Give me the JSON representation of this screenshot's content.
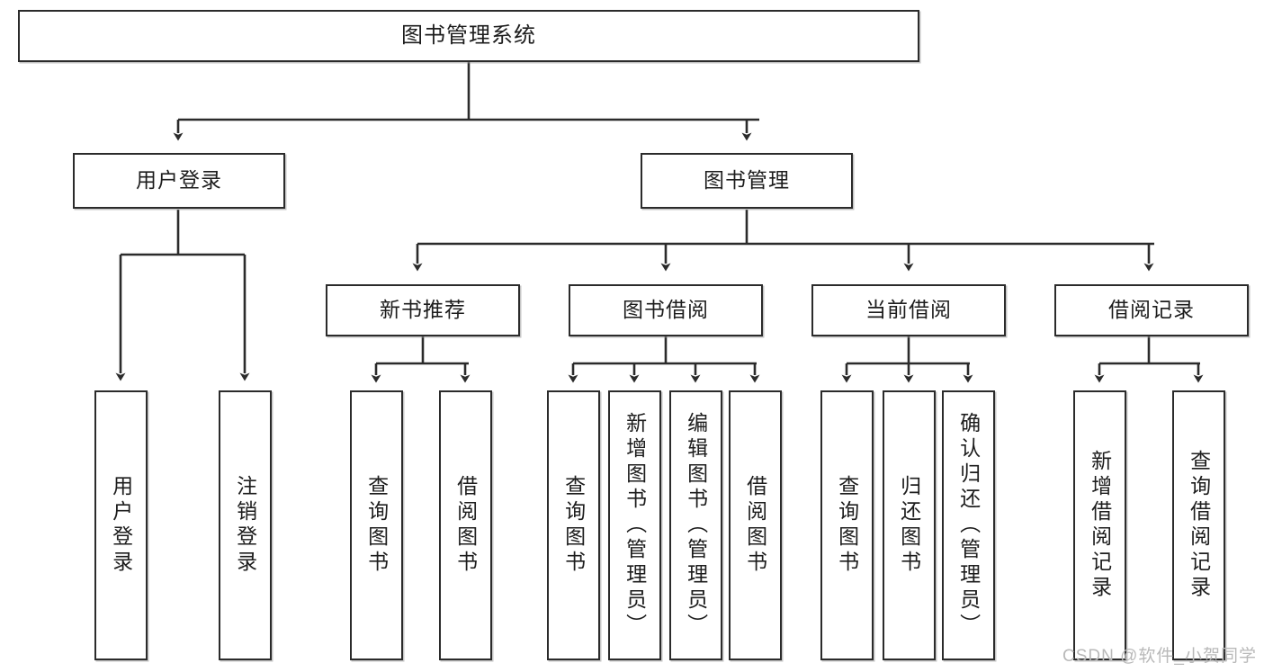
{
  "diagram": {
    "title": "图书管理系统",
    "type": "tree-diagram",
    "watermark": "CSDN @软件_小贺同学",
    "colors": {
      "box_border": "#2b2b2b",
      "box_fill": "#ffffff",
      "edge": "#2b2b2b",
      "text": "#1d1d1d",
      "watermark": "#b9b9b9"
    },
    "levels": {
      "root": "图书管理系统",
      "level2": [
        "用户登录",
        "图书管理"
      ],
      "level3": [
        "新书推荐",
        "图书借阅",
        "当前借阅",
        "借阅记录"
      ]
    },
    "nodes": {
      "root": {
        "label": "图书管理系统",
        "orientation": "horizontal"
      },
      "user_login": {
        "label": "用户登录",
        "orientation": "horizontal"
      },
      "book_manage": {
        "label": "图书管理",
        "orientation": "horizontal"
      },
      "new_book_rec": {
        "label": "新书推荐",
        "orientation": "horizontal"
      },
      "book_borrow": {
        "label": "图书借阅",
        "orientation": "horizontal"
      },
      "current_borrow": {
        "label": "当前借阅",
        "orientation": "horizontal"
      },
      "borrow_record": {
        "label": "借阅记录",
        "orientation": "horizontal"
      },
      "leaf_user_login": {
        "label": "用户登录",
        "orientation": "vertical"
      },
      "leaf_logout": {
        "label": "注销登录",
        "orientation": "vertical"
      },
      "leaf_query_book_1": {
        "label": "查询图书",
        "orientation": "vertical"
      },
      "leaf_borrow_book_1": {
        "label": "借阅图书",
        "orientation": "vertical"
      },
      "leaf_query_book_2": {
        "label": "查询图书",
        "orientation": "vertical"
      },
      "leaf_add_book": {
        "label": "新增图书（管理员）",
        "orientation": "vertical"
      },
      "leaf_edit_book": {
        "label": "编辑图书（管理员）",
        "orientation": "vertical"
      },
      "leaf_borrow_book_2": {
        "label": "借阅图书",
        "orientation": "vertical"
      },
      "leaf_query_book_3": {
        "label": "查询图书",
        "orientation": "vertical"
      },
      "leaf_return_book": {
        "label": "归还图书",
        "orientation": "vertical"
      },
      "leaf_confirm_return": {
        "label": "确认归还（管理员）",
        "orientation": "vertical"
      },
      "leaf_add_record": {
        "label": "新增借阅记录",
        "orientation": "vertical"
      },
      "leaf_query_record": {
        "label": "查询借阅记录",
        "orientation": "vertical"
      }
    },
    "edges": [
      {
        "from": "root",
        "to": "user_login"
      },
      {
        "from": "root",
        "to": "book_manage"
      },
      {
        "from": "user_login",
        "to": "leaf_user_login"
      },
      {
        "from": "user_login",
        "to": "leaf_logout"
      },
      {
        "from": "book_manage",
        "to": "new_book_rec"
      },
      {
        "from": "book_manage",
        "to": "book_borrow"
      },
      {
        "from": "book_manage",
        "to": "current_borrow"
      },
      {
        "from": "book_manage",
        "to": "borrow_record"
      },
      {
        "from": "new_book_rec",
        "to": "leaf_query_book_1"
      },
      {
        "from": "new_book_rec",
        "to": "leaf_borrow_book_1"
      },
      {
        "from": "book_borrow",
        "to": "leaf_query_book_2"
      },
      {
        "from": "book_borrow",
        "to": "leaf_add_book"
      },
      {
        "from": "book_borrow",
        "to": "leaf_edit_book"
      },
      {
        "from": "book_borrow",
        "to": "leaf_borrow_book_2"
      },
      {
        "from": "current_borrow",
        "to": "leaf_query_book_3"
      },
      {
        "from": "current_borrow",
        "to": "leaf_return_book"
      },
      {
        "from": "current_borrow",
        "to": "leaf_confirm_return"
      },
      {
        "from": "borrow_record",
        "to": "leaf_add_record"
      },
      {
        "from": "borrow_record",
        "to": "leaf_query_record"
      }
    ]
  }
}
